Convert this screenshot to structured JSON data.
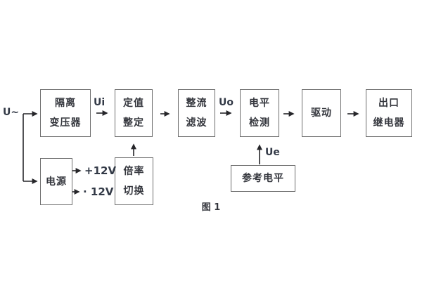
{
  "figure": {
    "caption": "图 1"
  },
  "blocks": {
    "transformer": {
      "lines": [
        "隔离",
        "变压器"
      ]
    },
    "setting": {
      "lines": [
        "定值",
        "整定"
      ]
    },
    "rectifier": {
      "lines": [
        "整流",
        "滤波"
      ]
    },
    "level": {
      "lines": [
        "电平",
        "检测"
      ]
    },
    "drive": {
      "lines": [
        "驱动"
      ]
    },
    "relay": {
      "lines": [
        "出口",
        "继电器"
      ]
    },
    "power": {
      "lines": [
        "电源"
      ]
    },
    "multiplier": {
      "lines": [
        "倍率",
        "切换"
      ]
    },
    "reference": {
      "lines": [
        "参考电平"
      ]
    }
  },
  "signals": {
    "input": "U~",
    "ui": "Ui",
    "uo": "Uo",
    "ue": "Ue",
    "plus12v": "+12V",
    "minus12v": "· 12V"
  },
  "colors": {
    "background": "#ffffff",
    "box_border": "#6d6d6d",
    "text": "#34363d",
    "line": "#26262a"
  }
}
